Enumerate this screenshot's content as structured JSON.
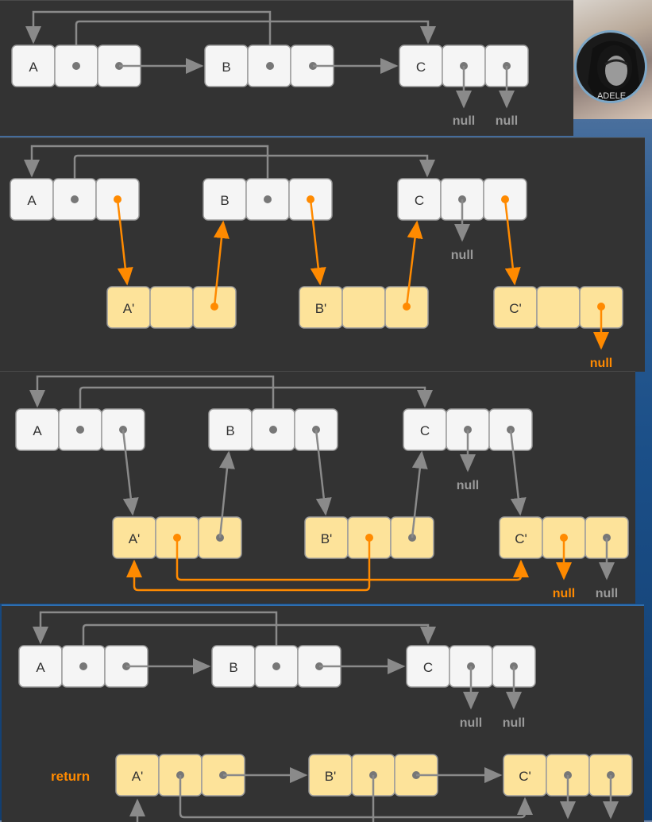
{
  "colors": {
    "panel": "#333333",
    "original_node": "#f5f5f5",
    "copy_node": "#fde39a",
    "gray_arrow": "#8a8a8a",
    "orange_arrow": "#ff8a00"
  },
  "labels": {
    "originals": [
      "A",
      "B",
      "C"
    ],
    "copies": [
      "A'",
      "B'",
      "C'"
    ],
    "null": "null",
    "return": "return"
  },
  "steps": [
    {
      "step": 1,
      "null_labels": [
        "null",
        "null"
      ]
    },
    {
      "step": 2,
      "null_labels": [
        "null",
        "null"
      ]
    },
    {
      "step": 3,
      "null_labels": [
        "null",
        "null",
        "null"
      ]
    },
    {
      "step": 4,
      "null_labels": [
        "null",
        "null"
      ],
      "return_label": "return"
    }
  ],
  "avatar": {
    "text": "ADELE"
  }
}
